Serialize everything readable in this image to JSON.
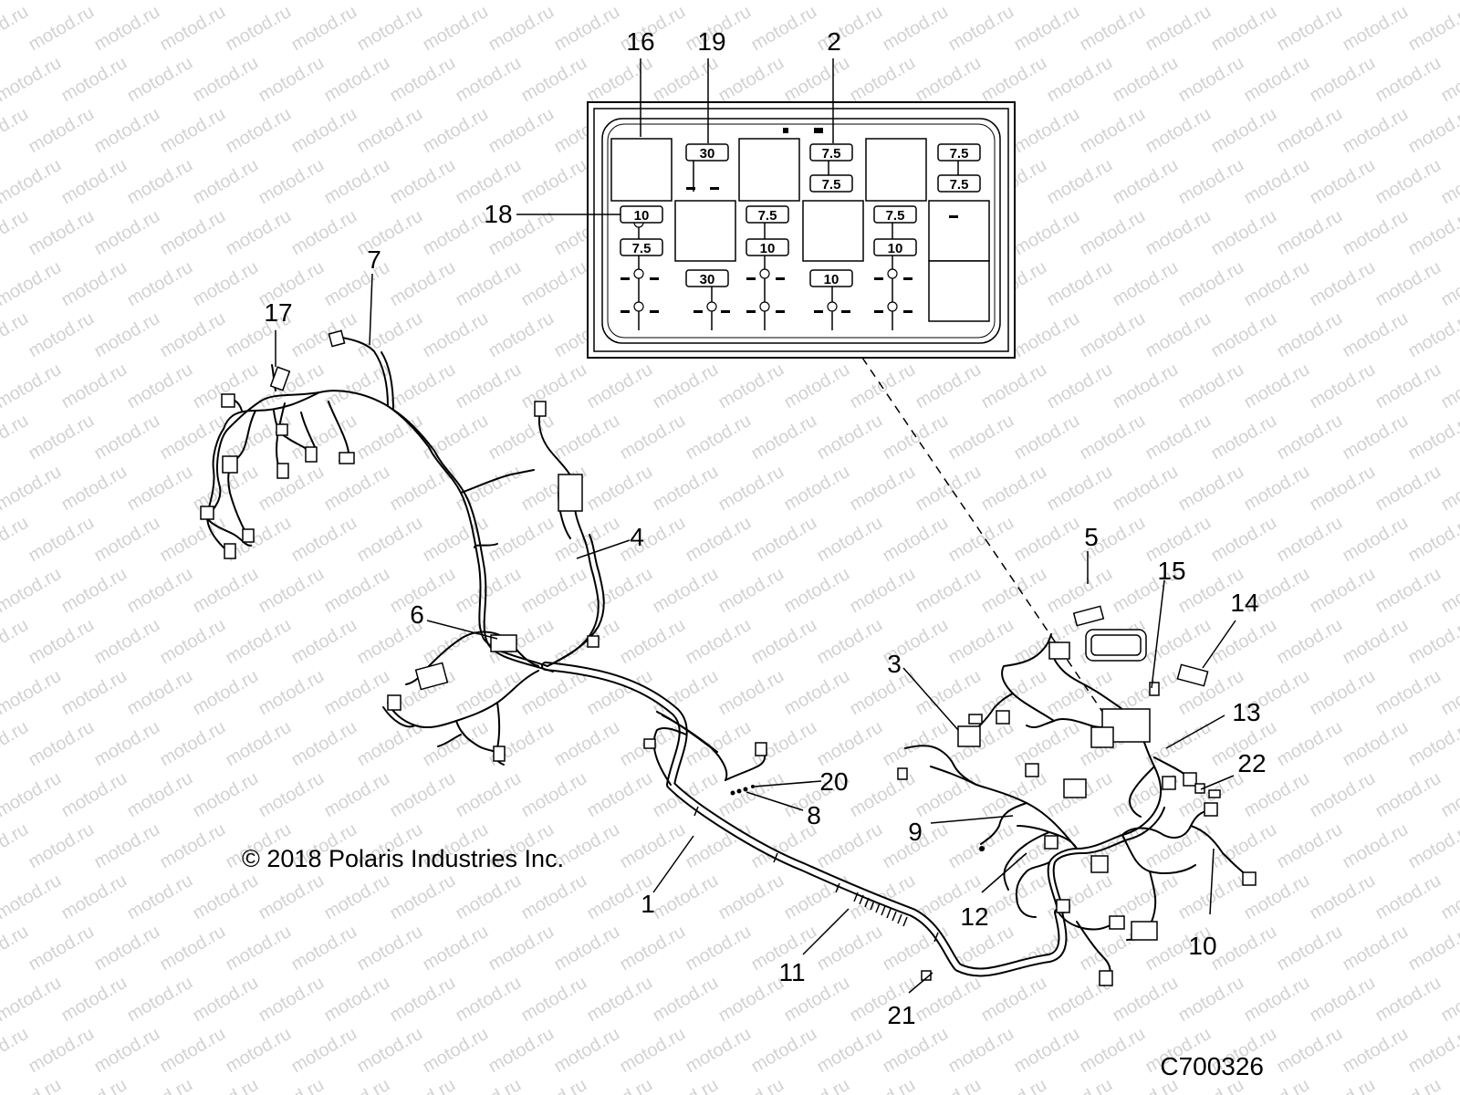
{
  "watermark": "motod.ru",
  "copyright": "© 2018 Polaris Industries Inc.",
  "figure_code": "C700326",
  "callouts": {
    "c1": "1",
    "c2": "2",
    "c3": "3",
    "c4": "4",
    "c5": "5",
    "c6": "6",
    "c7": "7",
    "c8": "8",
    "c9": "9",
    "c10": "10",
    "c11": "11",
    "c12": "12",
    "c13": "13",
    "c14": "14",
    "c15": "15",
    "c16": "16",
    "c17": "17",
    "c18": "18",
    "c19": "19",
    "c20": "20",
    "c21": "21",
    "c22": "22"
  },
  "fuse_ratings": {
    "f30_top": "30",
    "f75_a": "7.5",
    "f75_b": "7.5",
    "f75_c": "7.5",
    "f75_d": "7.5",
    "f10_a": "10",
    "f75_e": "7.5",
    "f75_f": "7.5",
    "f10_b": "10",
    "f75_g": "7.5",
    "f10_c": "10",
    "f30_bot": "30",
    "f10_d": "10"
  }
}
